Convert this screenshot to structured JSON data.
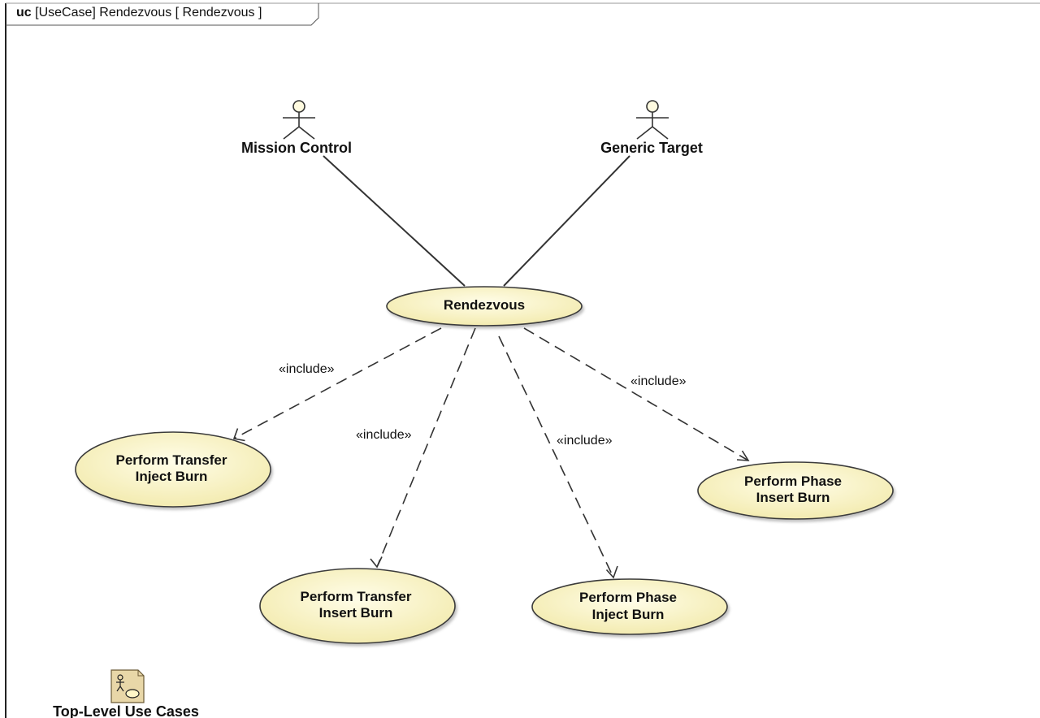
{
  "frame": {
    "kind": "uc",
    "title": "[UseCase] Rendezvous [ Rendezvous ]"
  },
  "actors": [
    {
      "id": "mission-control",
      "label": "Mission Control"
    },
    {
      "id": "generic-target",
      "label": "Generic Target"
    }
  ],
  "use_cases": [
    {
      "id": "rendezvous",
      "lines": [
        "Rendezvous"
      ]
    },
    {
      "id": "transfer-inject",
      "lines": [
        "Perform Transfer",
        "Inject Burn"
      ]
    },
    {
      "id": "transfer-insert",
      "lines": [
        "Perform Transfer",
        "Insert Burn"
      ]
    },
    {
      "id": "phase-inject",
      "lines": [
        "Perform Phase",
        "Inject Burn"
      ]
    },
    {
      "id": "phase-insert",
      "lines": [
        "Perform Phase",
        "Insert Burn"
      ]
    }
  ],
  "relations": {
    "include_label": "«include»"
  },
  "package": {
    "label": "Top-Level Use Cases",
    "icon": "use-case-diagram-icon"
  },
  "colors": {
    "usecase_fill": "#fbf6c8",
    "usecase_stroke": "#3a3a3a",
    "line": "#333333"
  }
}
